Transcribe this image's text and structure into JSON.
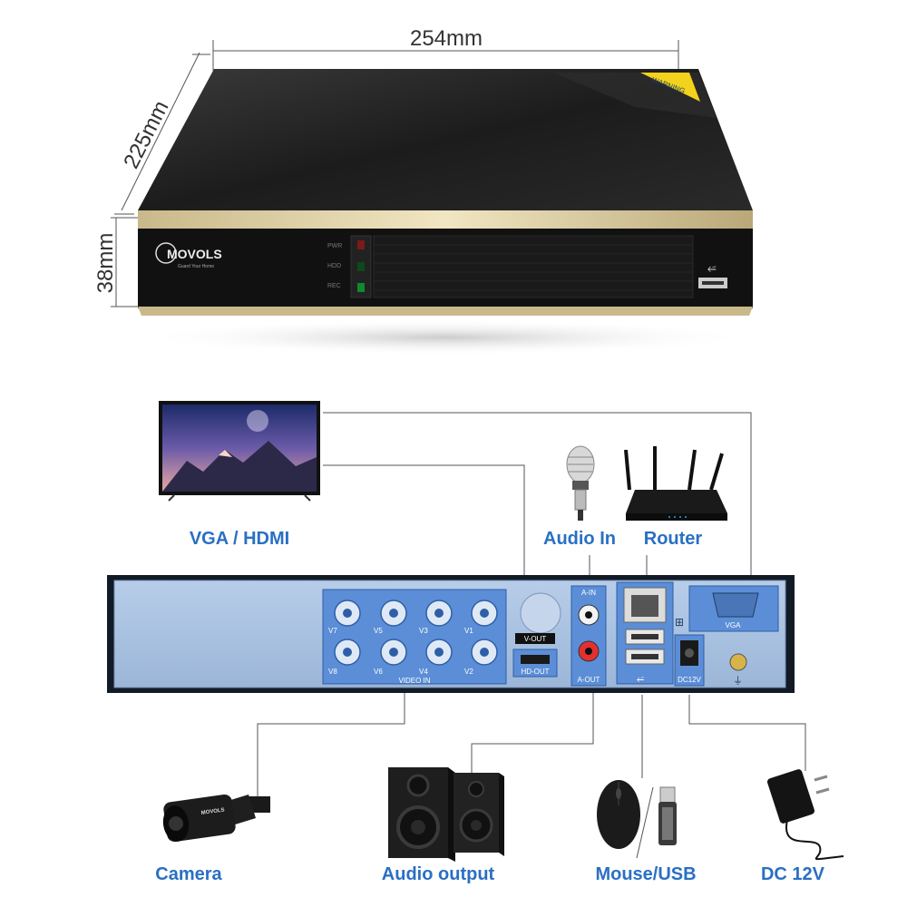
{
  "dimensions": {
    "width": "254mm",
    "depth": "225mm",
    "height": "38mm"
  },
  "device": {
    "brand": "MOVOLS",
    "brand_tag": "Guard Your Home",
    "warning": "WARNING",
    "leds": [
      "PWR",
      "HDD",
      "REC"
    ]
  },
  "rear_panel": {
    "video_inputs": [
      "V7",
      "V5",
      "V3",
      "V1",
      "V8",
      "V6",
      "V4",
      "V2"
    ],
    "video_in": "VIDEO IN",
    "v_out": "V-OUT",
    "hd_out": "HD-OUT",
    "a_in": "A-IN",
    "a_out": "A-OUT",
    "dc": "DC12V",
    "vga": "VGA"
  },
  "labels": {
    "vga_hdmi": "VGA / HDMI",
    "audio_in": "Audio In",
    "router": "Router",
    "camera": "Camera",
    "audio_output": "Audio output",
    "mouse_usb": "Mouse/USB",
    "dc": "DC 12V"
  },
  "colors": {
    "label_blue": "#2a6fc4",
    "panel_blue": "#a9c4e4",
    "line_grey": "#555555"
  }
}
